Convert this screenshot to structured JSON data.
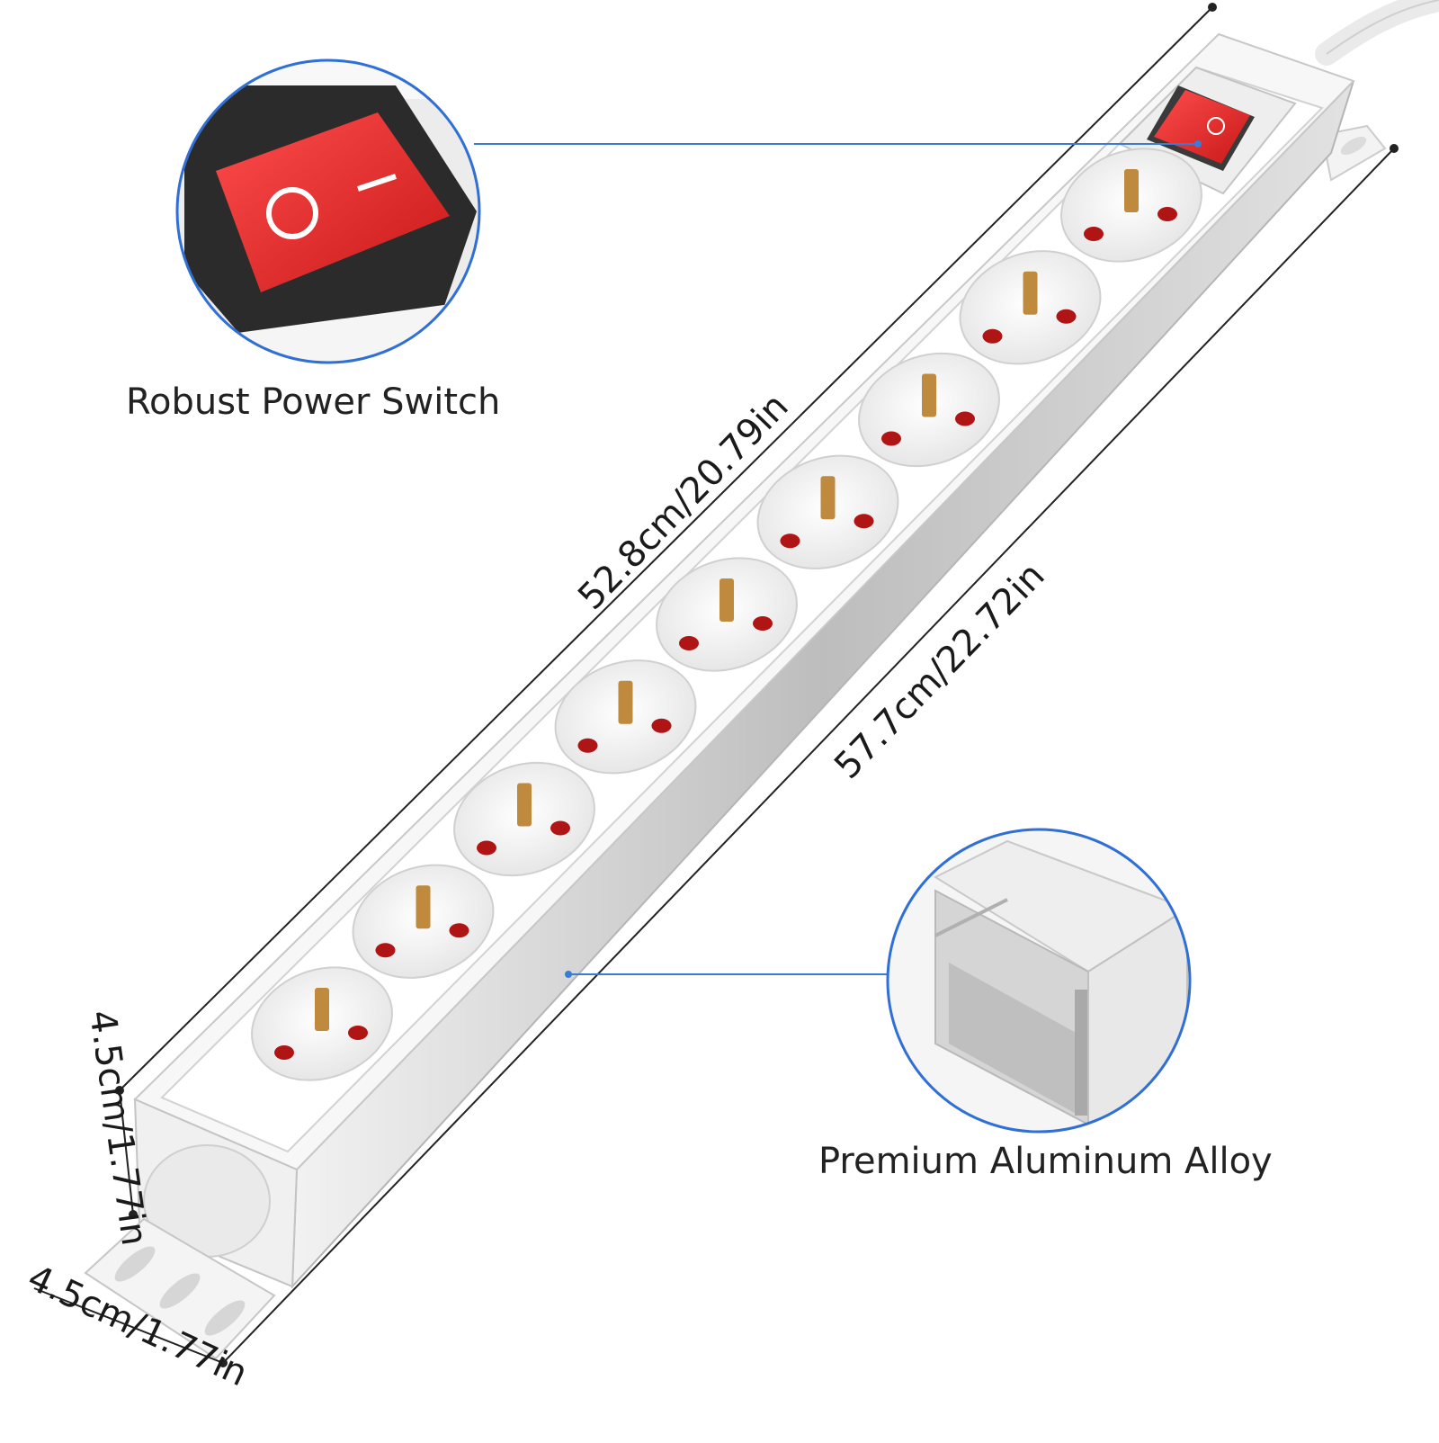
{
  "features": {
    "switch_label": "Robust Power Switch",
    "alloy_label": "Premium Aluminum Alloy"
  },
  "dimensions": {
    "inner_length": "52.8cm/20.79in",
    "outer_length": "57.7cm/22.72in",
    "height": "4.5cm/1.77in",
    "width": "4.5cm/1.77in"
  },
  "product": {
    "outlet_count": 9,
    "switch_symbol_off": "O",
    "switch_symbol_on": "I"
  },
  "colors": {
    "callout_line": "#3a7bd5",
    "switch_red": "#e52b2b",
    "contact_bronze": "#c08a3e",
    "aluminum": "#c9c9c9"
  }
}
